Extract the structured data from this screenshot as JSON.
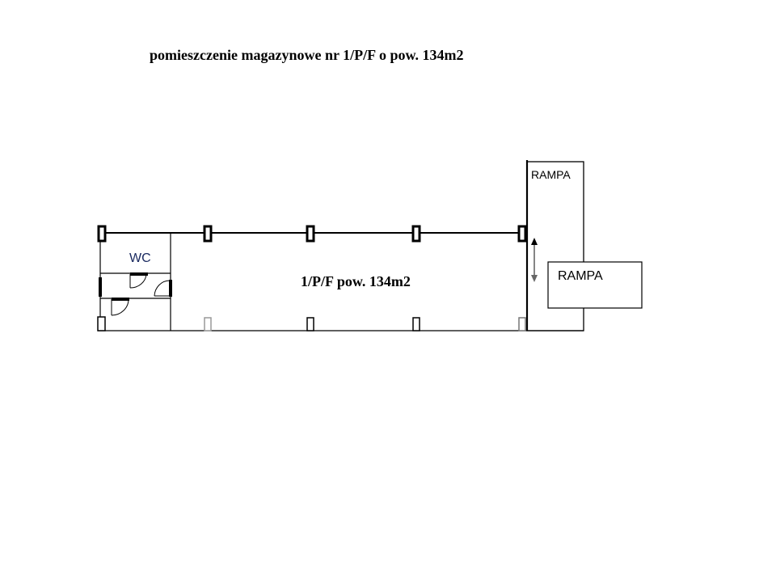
{
  "title": "pomieszczenie magazynowe nr 1/P/F o pow. 134m2",
  "plan": {
    "room_label": "1/P/F pow. 134m2",
    "wc_label": "WC",
    "ramp_label_top": "RAMPA",
    "ramp_label_side": "RAMPA"
  }
}
